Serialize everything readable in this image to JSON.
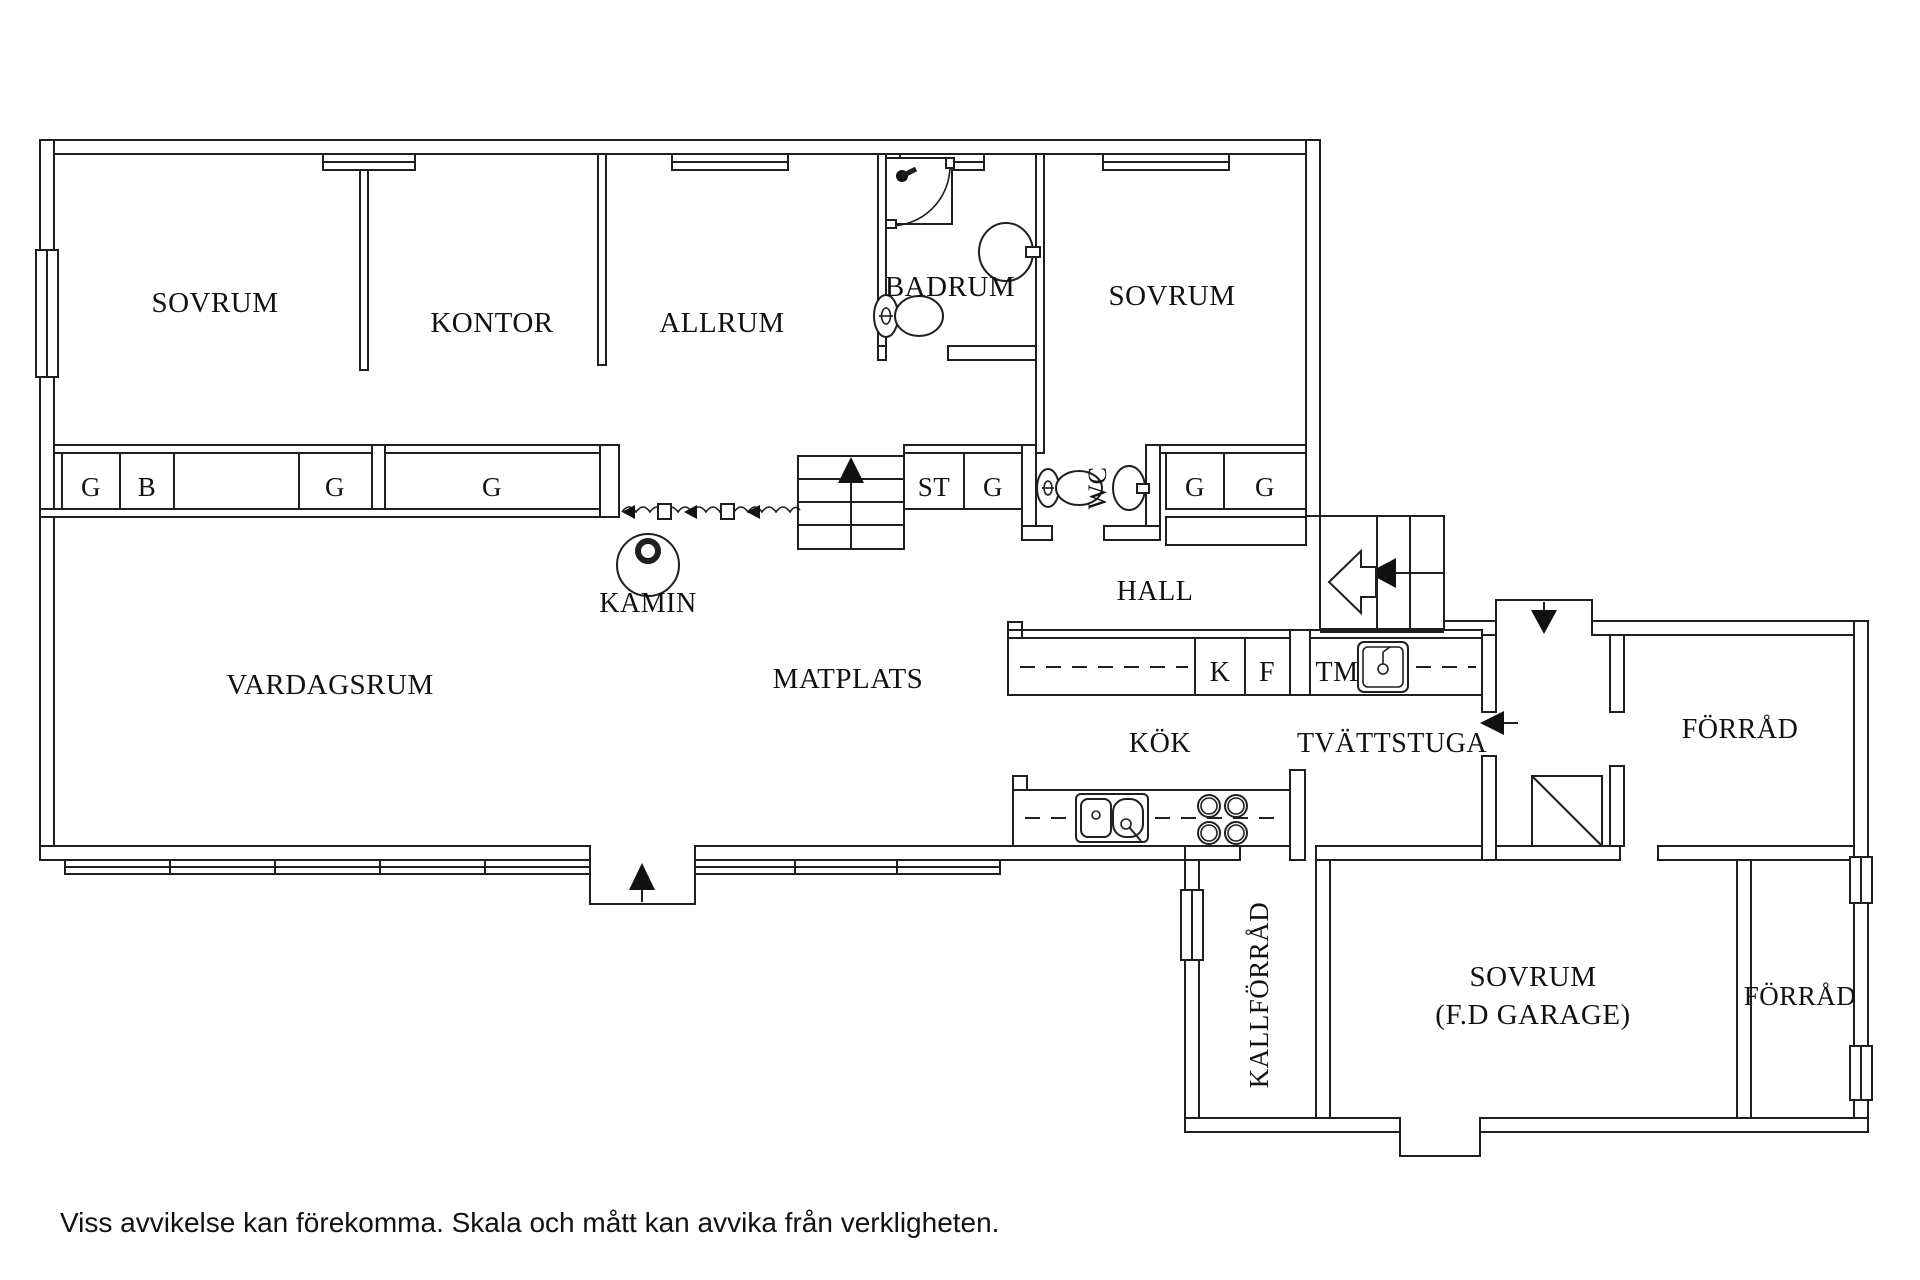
{
  "labels": {
    "sovrum": "SOVRUM",
    "kontor": "KONTOR",
    "allrum": "ALLRUM",
    "badrum": "BADRUM",
    "vardagsrum": "VARDAGSRUM",
    "matplats": "MATPLATS",
    "kamin": "KAMIN",
    "hall": "HALL",
    "kok": "KÖK",
    "tvattstuga": "TVÄTTSTUGA",
    "forrad": "FÖRRÅD",
    "kallforrad": "KALLFÖRRÅD",
    "fd_garage": "(F.D GARAGE)",
    "g": "G",
    "b": "B",
    "st": "ST",
    "wc": "WC",
    "k": "K",
    "f": "F",
    "tm": "TM"
  },
  "footer": {
    "disclaimer": "Viss avvikelse kan förekomma. Skala och mått kan avvika från verkligheten."
  },
  "colors": {
    "line": "#1f1f1f",
    "background": "#ffffff"
  }
}
